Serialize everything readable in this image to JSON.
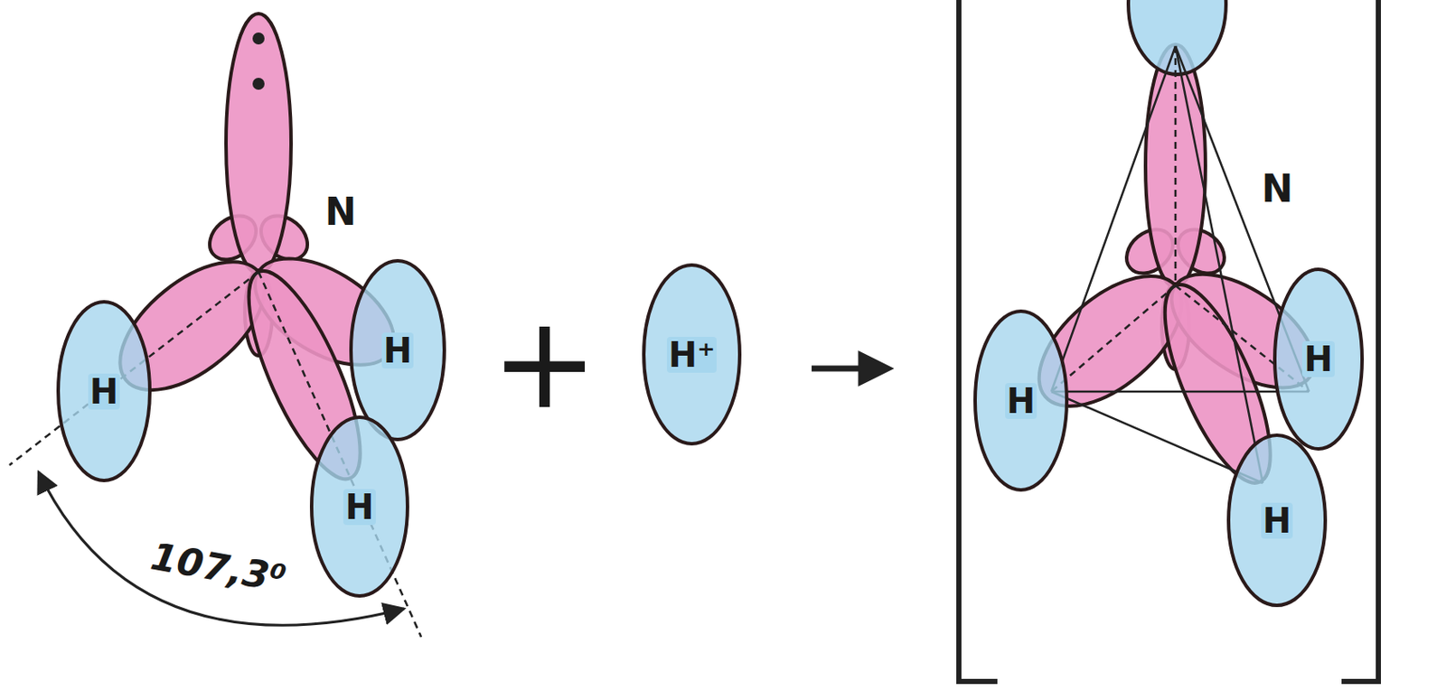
{
  "diagram": {
    "nodes": [
      {
        "text": [
          "H"
        ]
      },
      {
        "text": [
          "H"
        ]
      },
      {
        "text": [
          "H"
        ]
      },
      {
        "text": [
          "H⁺"
        ]
      },
      {
        "text": [
          "H"
        ]
      },
      {
        "text": [
          "H"
        ]
      },
      {
        "text": [
          "H"
        ]
      }
    ],
    "edges": [],
    "labels": [
      "N",
      "107,3⁰",
      "+",
      "N"
    ]
  }
}
